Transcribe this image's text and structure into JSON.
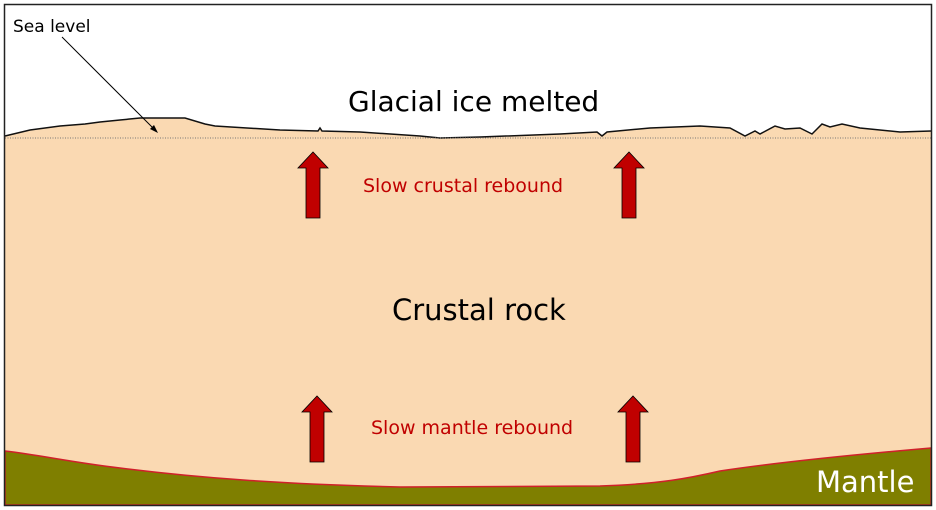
{
  "labels": {
    "sea_level": "Sea level",
    "ice": "Glacial ice melted",
    "crustal_rebound": "Slow crustal rebound",
    "crust": "Crustal rock",
    "mantle_rebound": "Slow mantle rebound",
    "mantle": "Mantle"
  },
  "colors": {
    "crust": "#FAD9B2",
    "mantle": "#7F7F00",
    "arrow": "#C00000",
    "rebound_text": "#C00000"
  }
}
